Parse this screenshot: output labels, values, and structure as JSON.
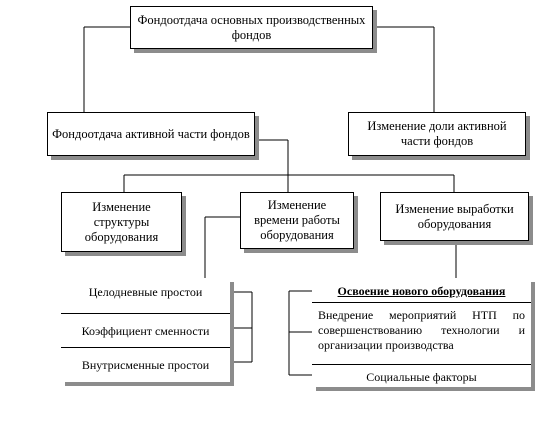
{
  "nodes": {
    "root": "Фондоотдача основных производственных фондов",
    "active_part": "Фондоотдача активной части фондов",
    "active_share": "Изменение доли активной части фондов",
    "structure": "Изменение структуры оборудования",
    "work_time": "Изменение времени работы оборудования",
    "output": "Изменение выработки оборудования"
  },
  "time_factors": [
    "Целодневные простои",
    "Коэффициент сменности",
    "Внутрисменные простои"
  ],
  "output_factors": {
    "header": "Освоение нового оборудования",
    "items": [
      "Внедрение мероприятий НТП по совершенствованию технологии и организации производства",
      "Социальные факторы"
    ]
  }
}
